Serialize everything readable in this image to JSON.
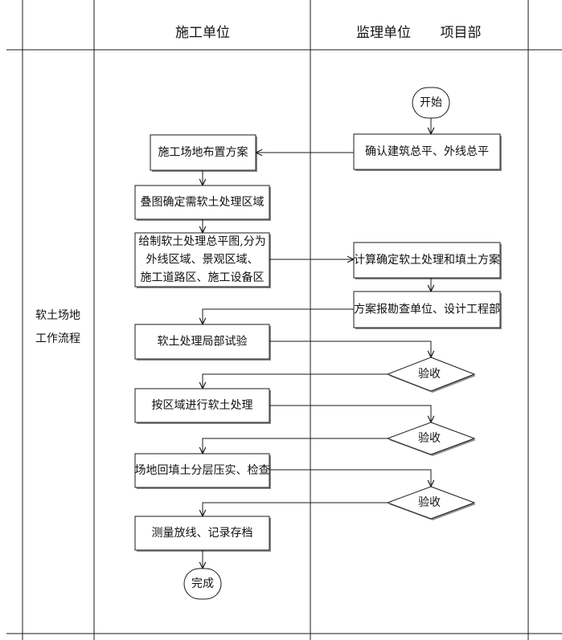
{
  "header": {
    "lane_construction": "施工单位",
    "lane_supervision": "监理单位",
    "lane_project": "项目部"
  },
  "side_label": [
    "软土场地",
    "工作流程"
  ],
  "nodes": {
    "start": "开始",
    "confirm_plan": "确认建筑总平、外线总平",
    "site_layout": "施工场地布置方案",
    "overlay": "叠图确定需软土处理区域",
    "draw_plan": [
      "给制软土处理总平图,分为",
      "外线区域、景观区域、",
      "施工道路区、施工设备区"
    ],
    "calc_plan": "计算确定软土处理和填土方案",
    "report": "方案报勘查单位、设计工程部",
    "trial": "软土处理局部试验",
    "accept_1": "验收",
    "by_region": "按区域进行软土处理",
    "accept_2": "验收",
    "backfill": "场地回填土分层压实、检查",
    "accept_3": "验收",
    "survey": "测量放线、记录存档",
    "end": "完成"
  },
  "colors": {
    "stroke": "#1a1a1a",
    "shadow": "#8a8a8a",
    "background": "#ffffff"
  }
}
